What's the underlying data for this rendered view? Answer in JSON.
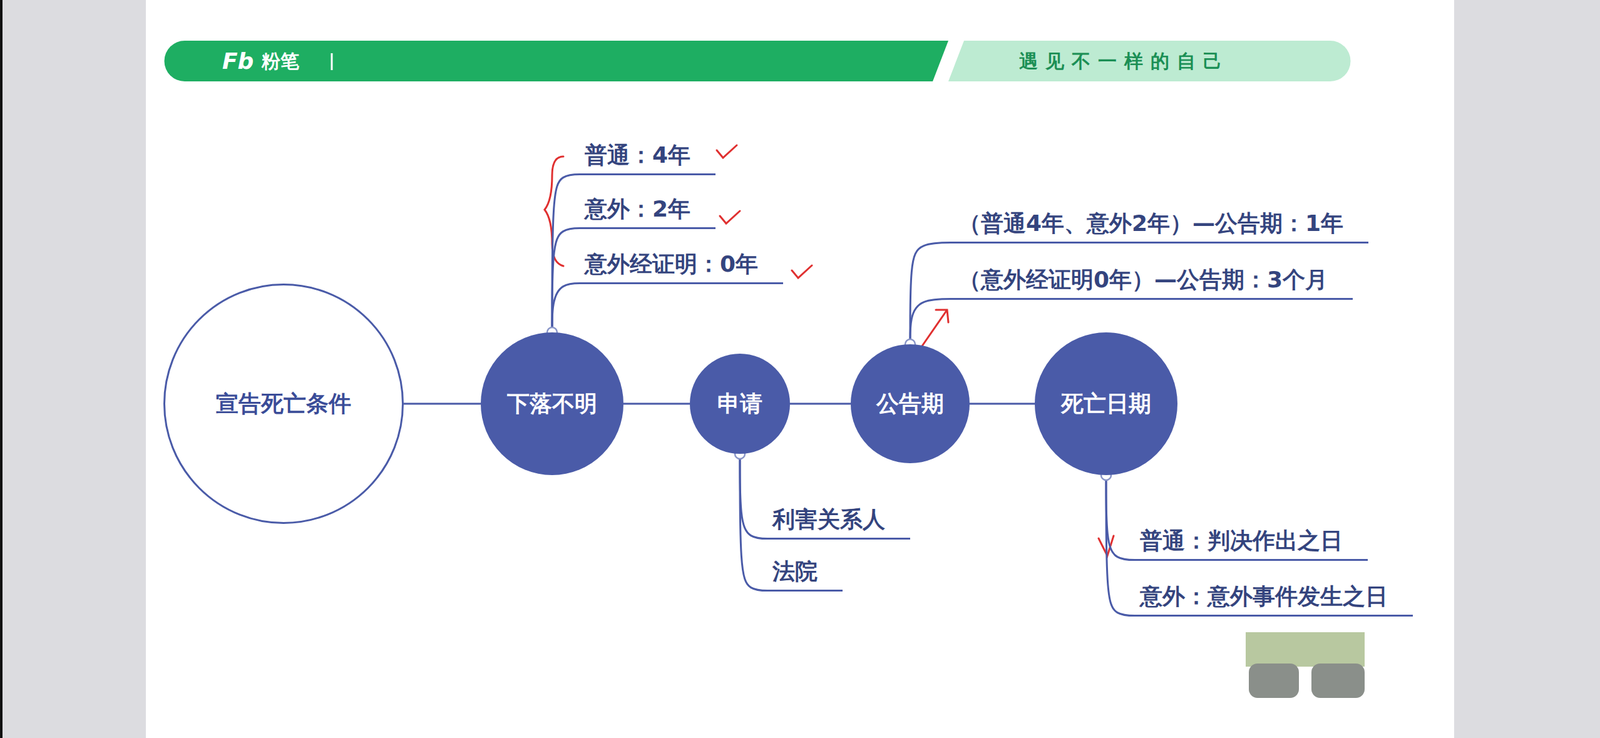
{
  "diagram": {
    "nodes": [
      {
        "text": [
          "宣告死亡条件"
        ]
      },
      {
        "text": [
          "下落不明"
        ]
      },
      {
        "text": [
          "普通：4年"
        ]
      },
      {
        "text": [
          "意外：2年"
        ]
      },
      {
        "text": [
          "意外经证明：0年"
        ]
      },
      {
        "text": [
          "申请"
        ]
      },
      {
        "text": [
          "利害关系人"
        ]
      },
      {
        "text": [
          "法院"
        ]
      },
      {
        "text": [
          "公告期"
        ]
      },
      {
        "text": [
          "（普通4年、意外2年）—公告期：1年"
        ]
      },
      {
        "text": [
          "（意外经证明0年）—公告期：3个月"
        ]
      },
      {
        "text": [
          "死亡日期"
        ]
      },
      {
        "text": [
          "普通：判决作出之日"
        ]
      },
      {
        "text": [
          "意外：意外事件发生之日"
        ]
      }
    ],
    "edges": [
      {
        "from": 0,
        "to": 1,
        "arrow": "none"
      },
      {
        "from": 1,
        "to": 5,
        "arrow": "none"
      },
      {
        "from": 5,
        "to": 8,
        "arrow": "none"
      },
      {
        "from": 8,
        "to": 11,
        "arrow": "none"
      },
      {
        "from": 1,
        "to": 2,
        "arrow": "none"
      },
      {
        "from": 1,
        "to": 3,
        "arrow": "none"
      },
      {
        "from": 1,
        "to": 4,
        "arrow": "none"
      },
      {
        "from": 5,
        "to": 6,
        "arrow": "none"
      },
      {
        "from": 5,
        "to": 7,
        "arrow": "none"
      },
      {
        "from": 8,
        "to": 9,
        "arrow": "none"
      },
      {
        "from": 8,
        "to": 10,
        "arrow": "none"
      },
      {
        "from": 11,
        "to": 12,
        "arrow": "none"
      },
      {
        "from": 11,
        "to": 13,
        "arrow": "none"
      }
    ],
    "labels": [
      "Fb",
      "粉笔",
      "遇见不一样的自己"
    ]
  }
}
